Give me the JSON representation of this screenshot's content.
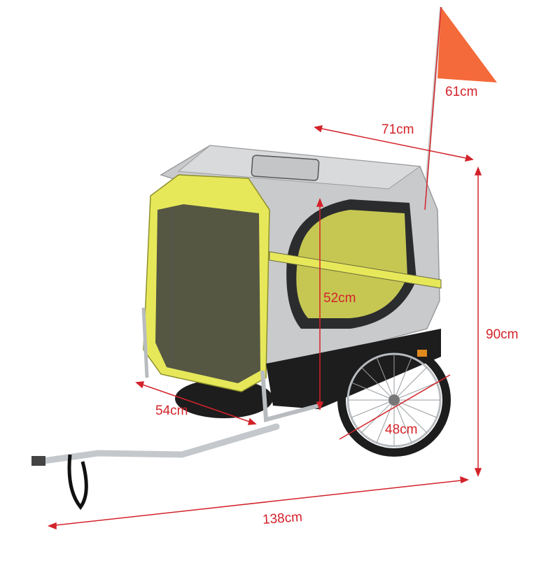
{
  "diagram": {
    "subject": "Dog bike trailer with safety flag",
    "accent_color": "#d3232a",
    "colors": {
      "canopy_yellow": "#e6e85a",
      "canopy_grey": "#c9cacc",
      "flag_orange": "#f46a3a",
      "frame_silver": "#b8bcc0",
      "tire_black": "#1d1d1d"
    }
  },
  "dimensions": {
    "flag_height": "61cm",
    "top_length": "71cm",
    "interior_height": "52cm",
    "total_height": "90cm",
    "width": "54cm",
    "wheel_diameter": "48cm",
    "total_length": "138cm"
  }
}
